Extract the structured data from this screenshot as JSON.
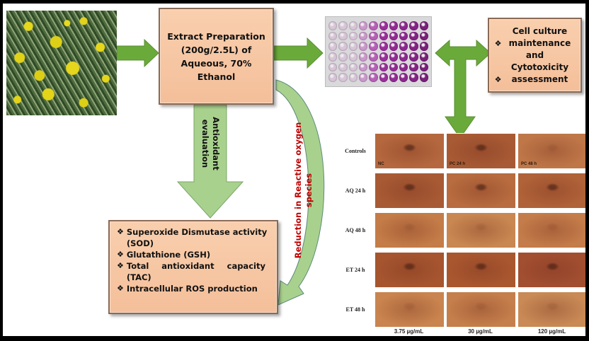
{
  "colors": {
    "arrow_green": "#6aaa3a",
    "arrow_light_green": "#a9d18e",
    "box_fill": "#f8c9a6",
    "box_border": "#8a6a55",
    "ros_text": "#c00000"
  },
  "photos": {
    "plant": {
      "label": "plant-photo",
      "description": "Yellow flowering plant"
    },
    "plate": {
      "label": "96-well plate with purple MTT wells"
    }
  },
  "extract_box": {
    "lines": [
      "Extract Preparation",
      "(200g/2.5L) of",
      "Aqueous, 70%",
      "Ethanol"
    ]
  },
  "cell_box": {
    "items": [
      {
        "bullet": "❖",
        "text": "Cell culture maintenance"
      },
      {
        "connector": "and"
      },
      {
        "bullet": "❖",
        "text": "Cytotoxicity assessment"
      }
    ]
  },
  "antioxidant_arrow": {
    "line1": "Antioxidant",
    "line2": "evaluation"
  },
  "ros_arrow": {
    "line1": "Reduction in Reactive oxygen",
    "line2": "species"
  },
  "assay_box": {
    "items": [
      {
        "bullet": "❖",
        "line1": "Superoxide Dismutase activity",
        "line2": "(SOD)"
      },
      {
        "bullet": "❖",
        "line1": "Glutathione (GSH)"
      },
      {
        "bullet": "❖",
        "line1": "Total antioxidant capacity",
        "line2": "(TAC)"
      },
      {
        "bullet": "❖",
        "line1": "Intracellular ROS production"
      }
    ]
  },
  "micrograph_panel": {
    "rows": [
      "Controls",
      "AQ 24 h",
      "AQ 48 h",
      "ET 24 h",
      "ET 48 h"
    ],
    "columns": [
      "3.75 µg/mL",
      "30 µg/mL",
      "120 µg/mL"
    ],
    "control_tags": [
      "NC",
      "PC 24 h",
      "PC 48 h"
    ]
  }
}
